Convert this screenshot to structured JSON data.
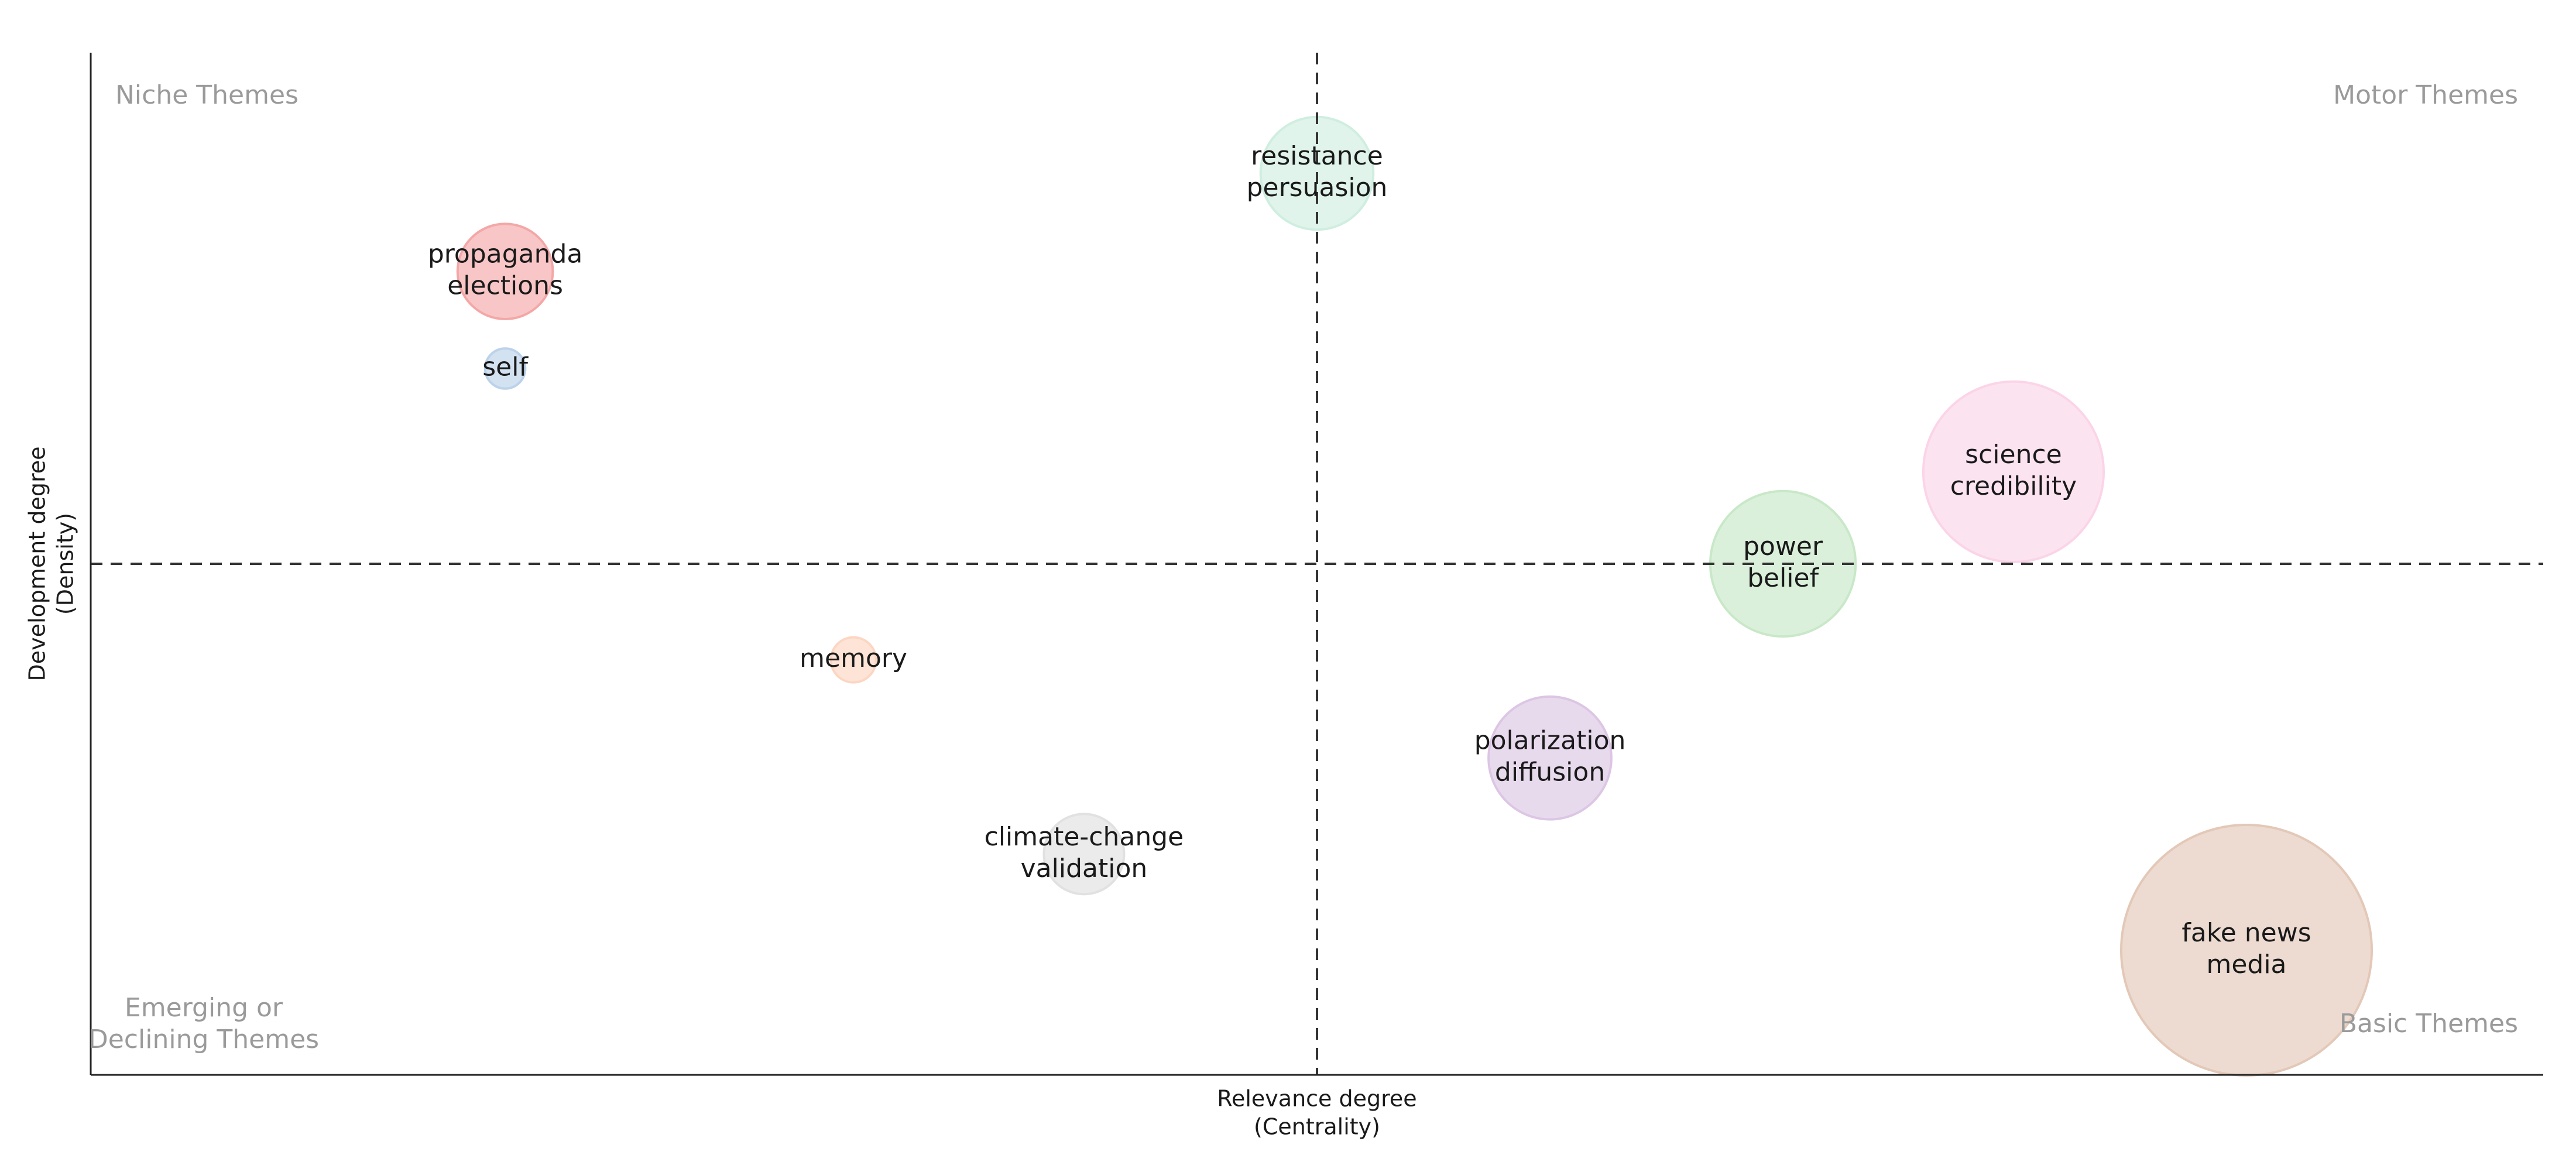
{
  "chart_data": {
    "type": "scatter",
    "xlabel": [
      "Relevance degree",
      "(Centrality)"
    ],
    "ylabel": [
      "Development degree",
      "(Density)"
    ],
    "xlim": [
      0,
      1
    ],
    "ylim": [
      0,
      1
    ],
    "x_center": 0.5,
    "y_center": 0.5,
    "grid": false,
    "quadrant_labels": {
      "top_left": [
        "Niche Themes"
      ],
      "top_right": [
        "Motor Themes"
      ],
      "bottom_left": [
        "Emerging or",
        "Declining Themes"
      ],
      "bottom_right": [
        "Basic Themes"
      ]
    },
    "points": [
      {
        "label": [
          "propaganda",
          "elections"
        ],
        "x": 0.169,
        "y": 0.786,
        "size": 0.38,
        "color": "#f4a7a7"
      },
      {
        "label": [
          "self"
        ],
        "x": 0.169,
        "y": 0.691,
        "size": 0.16,
        "color": "#bcd2ea"
      },
      {
        "label": [
          "resistance",
          "persuasion"
        ],
        "x": 0.5,
        "y": 0.882,
        "size": 0.45,
        "color": "#cfeee0"
      },
      {
        "label": [
          "science",
          "credibility"
        ],
        "x": 0.784,
        "y": 0.59,
        "size": 0.72,
        "color": "#fbd4e8"
      },
      {
        "label": [
          "power",
          "belief"
        ],
        "x": 0.69,
        "y": 0.5,
        "size": 0.58,
        "color": "#c8e8c8"
      },
      {
        "label": [
          "memory"
        ],
        "x": 0.311,
        "y": 0.406,
        "size": 0.18,
        "color": "#fcd6c2"
      },
      {
        "label": [
          "polarization",
          "diffusion"
        ],
        "x": 0.595,
        "y": 0.31,
        "size": 0.49,
        "color": "#dcc6e4"
      },
      {
        "label": [
          "climate-change",
          "validation"
        ],
        "x": 0.405,
        "y": 0.216,
        "size": 0.32,
        "color": "#e1e1e1"
      },
      {
        "label": [
          "fake news",
          "media"
        ],
        "x": 0.879,
        "y": 0.122,
        "size": 1.0,
        "color": "#e3c8b8"
      }
    ]
  }
}
